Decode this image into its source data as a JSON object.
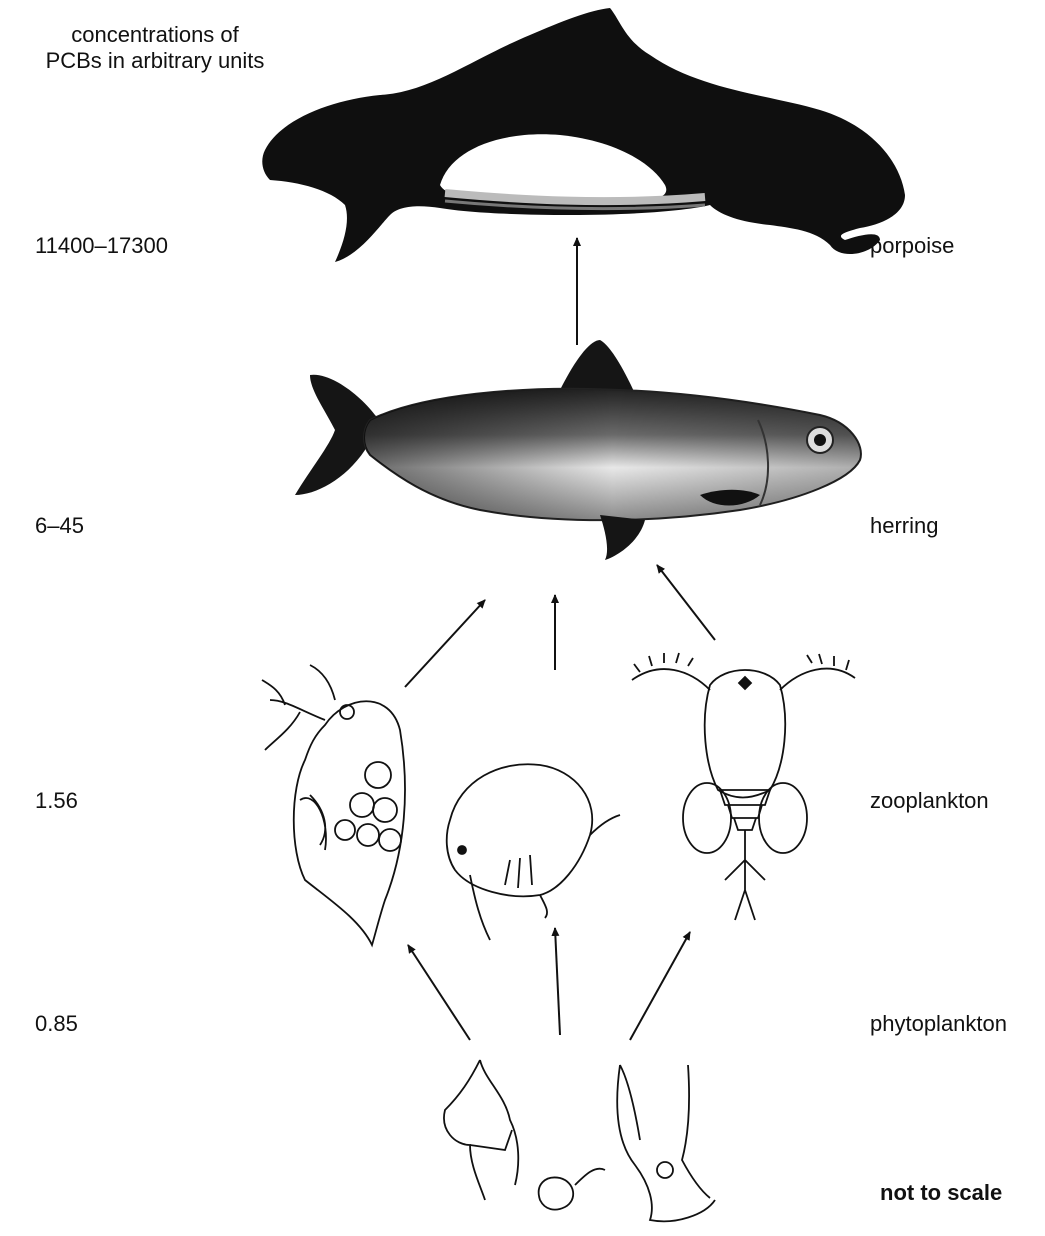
{
  "header": {
    "line1": "concentrations of",
    "line2": "PCBs in arbitrary units"
  },
  "levels": [
    {
      "concentration": "11400–17300",
      "organism": "porpoise"
    },
    {
      "concentration": "6–45",
      "organism": "herring"
    },
    {
      "concentration": "1.56",
      "organism": "zooplankton"
    },
    {
      "concentration": "0.85",
      "organism": "phytoplankton"
    }
  ],
  "note": "not to scale"
}
